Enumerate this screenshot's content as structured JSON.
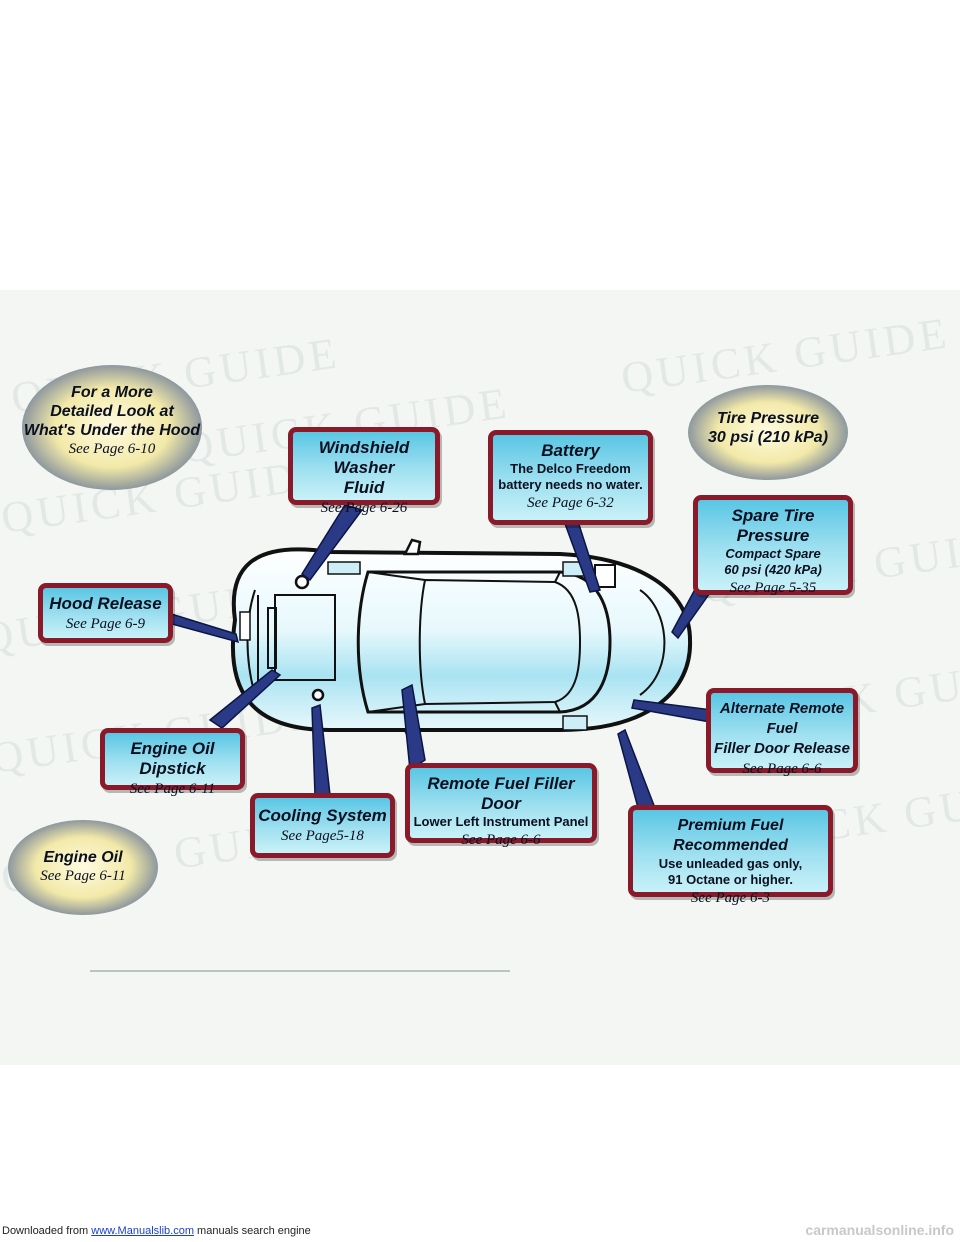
{
  "footer": {
    "prefix": "Downloaded from",
    "link": "www.Manualslib.com",
    "suffix": "manuals search engine",
    "right": "carmanualsonline.info"
  },
  "watermark": "QUICK GUIDE",
  "ovals": {
    "under_hood": {
      "lines": [
        "For a More",
        "Detailed Look at",
        "What's Under the Hood"
      ],
      "page": "See Page 6-10"
    },
    "tire_pressure": {
      "lines": [
        "Tire Pressure",
        "30 psi (210 kPa)"
      ]
    },
    "engine_oil": {
      "title": "Engine Oil",
      "page": "See Page 6-11"
    }
  },
  "callouts": {
    "washer": {
      "title": "Windshield Washer",
      "title2": "Fluid",
      "page": "See Page 6-26"
    },
    "battery": {
      "title": "Battery",
      "body1": "The Delco Freedom",
      "body2": "battery needs no water.",
      "page": "See Page 6-32"
    },
    "spare": {
      "title": "Spare Tire Pressure",
      "body1": "Compact Spare",
      "body2": "60 psi (420 kPa)",
      "page": "See Page 5-35"
    },
    "hood": {
      "title": "Hood Release",
      "page": "See Page 6-9"
    },
    "alt_fuel": {
      "title": "Alternate Remote Fuel",
      "title2": "Filler Door Release",
      "page": "See Page 6-6"
    },
    "dipstick": {
      "title": "Engine Oil Dipstick",
      "page": "See Page 6-11"
    },
    "remote_fuel": {
      "title": "Remote Fuel Filler Door",
      "body1": "Lower Left Instrument Panel",
      "page": "See Page 6-6"
    },
    "cooling": {
      "title": "Cooling System",
      "page": "See Page5-18"
    },
    "premium": {
      "title": "Premium Fuel Recommended",
      "body1": "Use unleaded gas only,",
      "body2": "91 Octane or higher.",
      "page": "See Page 6-3"
    }
  }
}
